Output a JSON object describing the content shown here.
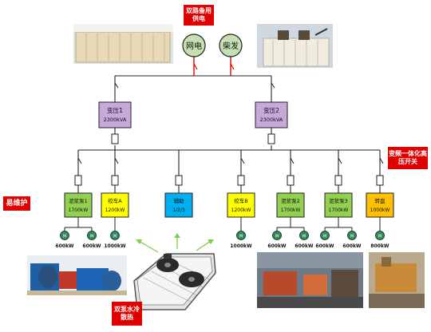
{
  "callouts": {
    "dual_supply": "双路备用供电",
    "vfd_switch": "变频一体化高压开关",
    "protection": "易维护",
    "water_cooling": "双泵水冷散热"
  },
  "sources": {
    "grid": "网电",
    "diesel": "柴发"
  },
  "transformers": [
    {
      "name": "变压1",
      "rating": "2300kVA"
    },
    {
      "name": "变压2",
      "rating": "2300kVA"
    }
  ],
  "loads": [
    {
      "name": "泥浆泵1",
      "rating": "1700kW",
      "color": "#92d050",
      "motors": [
        "600kW",
        "600kW"
      ]
    },
    {
      "name": "绞车A",
      "rating": "1200kW",
      "color": "#ffff00",
      "motors": [
        "1000kW"
      ]
    },
    {
      "name": "辅助",
      "rating": "1/2/3",
      "color": "#00b0f0",
      "motors": []
    },
    {
      "name": "绞车B",
      "rating": "1200kW",
      "color": "#ffff00",
      "motors": [
        "1000kW"
      ]
    },
    {
      "name": "泥浆泵2",
      "rating": "1700kW",
      "color": "#92d050",
      "motors": [
        "600kW",
        "600kW"
      ]
    },
    {
      "name": "泥浆泵3",
      "rating": "1700kW",
      "color": "#92d050",
      "motors": [
        "600kW",
        "600kW"
      ]
    },
    {
      "name": "转盘",
      "rating": "1000kW",
      "color": "#ffc000",
      "motors": [
        "800kW"
      ]
    }
  ],
  "motor_glyph": "M",
  "colors": {
    "grid_line": "#e00000",
    "bus_line": "#222222",
    "transformer": "#c7a8d8",
    "motor": "#2e8b57",
    "arrow": "#7ccf4a"
  }
}
